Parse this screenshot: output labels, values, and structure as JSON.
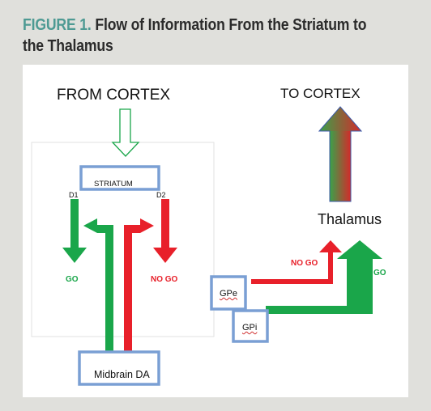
{
  "figure": {
    "label": "FIGURE 1.",
    "title_line1": "Flow of Information From the Striatum to",
    "title_line2": "the Thalamus"
  },
  "diagram": {
    "from_cortex": "FROM CORTEX",
    "to_cortex": "TO CORTEX",
    "thalamus": "Thalamus",
    "striatum": "STRIATUM",
    "d1": "D1",
    "d2": "D2",
    "go_direct": "GO",
    "nogo_indirect": "NO GO",
    "nogo_gpe": "NO GO",
    "go_gpi": "GO",
    "gpe": "GPe",
    "gpi": "GPi",
    "midbrain_da": "Midbrain DA"
  },
  "colors": {
    "go": "#1aa64a",
    "nogo": "#e8202a",
    "box_border": "#7a9fd4",
    "title_accent": "#4e9a93",
    "to_cortex_gradient": [
      "#3aa24a",
      "#d42a2a"
    ]
  }
}
